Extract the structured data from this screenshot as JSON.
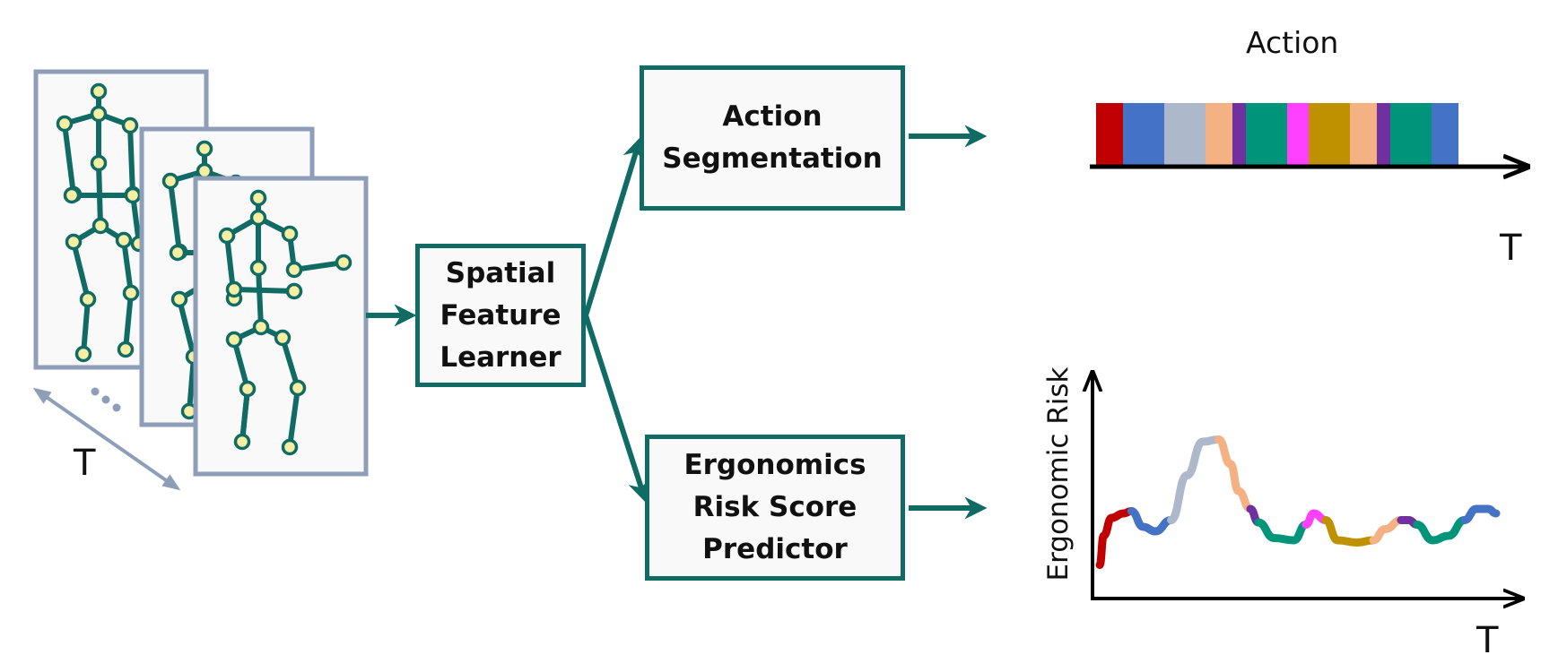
{
  "colors": {
    "arrow": "#0f6b64",
    "skeleton": "#0f6b64",
    "joint": "#f6eea2",
    "frame_border": "#8e9db8",
    "axis": "#000000"
  },
  "input": {
    "time_label": "T"
  },
  "blocks": {
    "feature_learner": [
      "Spatial",
      "Feature",
      "Learner"
    ],
    "action_segmentation": [
      "Action",
      "Segmentation"
    ],
    "ergonomics_predictor": [
      "Ergonomics",
      "Risk Score",
      "Predictor"
    ]
  },
  "action_output": {
    "title": "Action",
    "x_label": "T",
    "segments": [
      {
        "color": "#c00000",
        "width": 30
      },
      {
        "color": "#4472c4",
        "width": 46
      },
      {
        "color": "#adb9ca",
        "width": 46
      },
      {
        "color": "#f4b183",
        "width": 30
      },
      {
        "color": "#7030a0",
        "width": 15
      },
      {
        "color": "#00957a",
        "width": 46
      },
      {
        "color": "#ff40ff",
        "width": 24
      },
      {
        "color": "#bf9000",
        "width": 46
      },
      {
        "color": "#f4b183",
        "width": 30
      },
      {
        "color": "#7030a0",
        "width": 15
      },
      {
        "color": "#00957a",
        "width": 46
      },
      {
        "color": "#4472c4",
        "width": 30
      }
    ]
  },
  "risk_output": {
    "y_label": "Ergonomic Risk",
    "x_label": "T",
    "curve": [
      {
        "color": "#c00000",
        "x": [
          0.0,
          0.01,
          0.03,
          0.06,
          0.08
        ],
        "y": [
          0.15,
          0.28,
          0.36,
          0.38,
          0.39
        ]
      },
      {
        "color": "#4472c4",
        "x": [
          0.08,
          0.11,
          0.14,
          0.18
        ],
        "y": [
          0.39,
          0.32,
          0.3,
          0.35
        ]
      },
      {
        "color": "#adb9ca",
        "x": [
          0.18,
          0.22,
          0.26,
          0.3
        ],
        "y": [
          0.35,
          0.55,
          0.7,
          0.71
        ]
      },
      {
        "color": "#f4b183",
        "x": [
          0.3,
          0.33,
          0.35,
          0.38
        ],
        "y": [
          0.71,
          0.6,
          0.48,
          0.4
        ]
      },
      {
        "color": "#7030a0",
        "x": [
          0.38,
          0.4
        ],
        "y": [
          0.4,
          0.34
        ]
      },
      {
        "color": "#00957a",
        "x": [
          0.4,
          0.44,
          0.49,
          0.52
        ],
        "y": [
          0.34,
          0.27,
          0.26,
          0.33
        ]
      },
      {
        "color": "#ff40ff",
        "x": [
          0.52,
          0.54,
          0.57
        ],
        "y": [
          0.33,
          0.38,
          0.35
        ]
      },
      {
        "color": "#bf9000",
        "x": [
          0.57,
          0.6,
          0.65,
          0.69
        ],
        "y": [
          0.35,
          0.26,
          0.25,
          0.26
        ]
      },
      {
        "color": "#f4b183",
        "x": [
          0.69,
          0.72,
          0.76
        ],
        "y": [
          0.26,
          0.31,
          0.35
        ]
      },
      {
        "color": "#7030a0",
        "x": [
          0.76,
          0.78,
          0.8
        ],
        "y": [
          0.35,
          0.35,
          0.33
        ]
      },
      {
        "color": "#00957a",
        "x": [
          0.8,
          0.84,
          0.88,
          0.92
        ],
        "y": [
          0.33,
          0.26,
          0.28,
          0.35
        ]
      },
      {
        "color": "#4472c4",
        "x": [
          0.92,
          0.95,
          0.98,
          1.0
        ],
        "y": [
          0.35,
          0.4,
          0.4,
          0.38
        ]
      }
    ]
  }
}
